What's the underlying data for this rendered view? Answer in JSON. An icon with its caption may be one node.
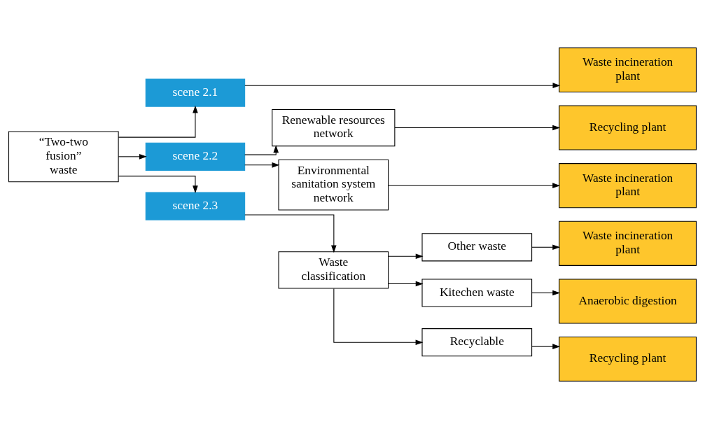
{
  "diagram": {
    "nodes": [
      {
        "text": [
          "“Two-two fusion” waste"
        ]
      },
      {
        "text": [
          "scene 2.1"
        ]
      },
      {
        "text": [
          "scene 2.2"
        ]
      },
      {
        "text": [
          "scene 2.3"
        ]
      },
      {
        "text": [
          "Waste incineration plant"
        ]
      },
      {
        "text": [
          "Renewable resources network"
        ]
      },
      {
        "text": [
          "Recycling plant"
        ]
      },
      {
        "text": [
          "Environmental sanitation system network"
        ]
      },
      {
        "text": [
          "Waste incineration plant"
        ]
      },
      {
        "text": [
          "Waste classification"
        ]
      },
      {
        "text": [
          "Other waste"
        ]
      },
      {
        "text": [
          "Waste incineration plant"
        ]
      },
      {
        "text": [
          "Kitechen waste"
        ]
      },
      {
        "text": [
          "Anaerobic digestion"
        ]
      },
      {
        "text": [
          "Recyclable"
        ]
      },
      {
        "text": [
          "Recycling plant"
        ]
      }
    ],
    "edges": [
      {
        "from": 0,
        "to": 1,
        "arrow": "to"
      },
      {
        "from": 0,
        "to": 2,
        "arrow": "to"
      },
      {
        "from": 0,
        "to": 3,
        "arrow": "to"
      },
      {
        "from": 1,
        "to": 4,
        "arrow": "to"
      },
      {
        "from": 2,
        "to": 5,
        "arrow": "to"
      },
      {
        "from": 2,
        "to": 7,
        "arrow": "to"
      },
      {
        "from": 5,
        "to": 6,
        "arrow": "to"
      },
      {
        "from": 7,
        "to": 8,
        "arrow": "to"
      },
      {
        "from": 3,
        "to": 9,
        "arrow": "to"
      },
      {
        "from": 9,
        "to": 10,
        "arrow": "to"
      },
      {
        "from": 9,
        "to": 12,
        "arrow": "to"
      },
      {
        "from": 9,
        "to": 14,
        "arrow": "to"
      },
      {
        "from": 10,
        "to": 11,
        "arrow": "to"
      },
      {
        "from": 12,
        "to": 13,
        "arrow": "to"
      },
      {
        "from": 14,
        "to": 15,
        "arrow": "to"
      }
    ]
  }
}
